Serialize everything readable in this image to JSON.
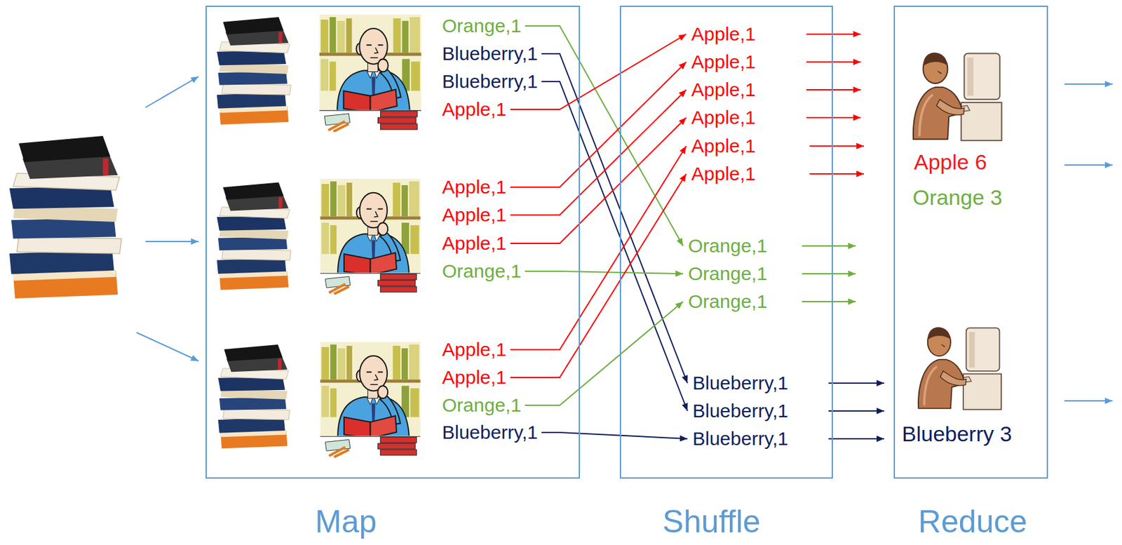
{
  "diagram": {
    "nodes": [
      {
        "text": [
          "Map"
        ]
      },
      {
        "text": [
          "Orange,1"
        ],
        "in": 0
      },
      {
        "text": [
          "Blueberry,1"
        ],
        "in": 0
      },
      {
        "text": [
          "Blueberry,1"
        ],
        "in": 0
      },
      {
        "text": [
          "Apple,1"
        ],
        "in": 0
      },
      {
        "text": [
          "Apple,1"
        ],
        "in": 0
      },
      {
        "text": [
          "Apple,1"
        ],
        "in": 0
      },
      {
        "text": [
          "Apple,1"
        ],
        "in": 0
      },
      {
        "text": [
          "Orange,1"
        ],
        "in": 0
      },
      {
        "text": [
          "Apple,1"
        ],
        "in": 0
      },
      {
        "text": [
          "Apple,1"
        ],
        "in": 0
      },
      {
        "text": [
          "Orange,1"
        ],
        "in": 0
      },
      {
        "text": [
          "Blueberry,1"
        ],
        "in": 0
      },
      {
        "text": [
          "Shuffle"
        ]
      },
      {
        "text": [
          "Apple,1"
        ],
        "in": 13
      },
      {
        "text": [
          "Apple,1"
        ],
        "in": 13
      },
      {
        "text": [
          "Apple,1"
        ],
        "in": 13
      },
      {
        "text": [
          "Apple,1"
        ],
        "in": 13
      },
      {
        "text": [
          "Apple,1"
        ],
        "in": 13
      },
      {
        "text": [
          "Apple,1"
        ],
        "in": 13
      },
      {
        "text": [
          "Orange,1"
        ],
        "in": 13
      },
      {
        "text": [
          "Orange,1"
        ],
        "in": 13
      },
      {
        "text": [
          "Orange,1"
        ],
        "in": 13
      },
      {
        "text": [
          "Blueberry,1"
        ],
        "in": 13
      },
      {
        "text": [
          "Blueberry,1"
        ],
        "in": 13
      },
      {
        "text": [
          "Blueberry,1"
        ],
        "in": 13
      },
      {
        "text": [
          "Reduce"
        ]
      },
      {
        "text": [
          "Apple 6"
        ],
        "in": 26
      },
      {
        "text": [
          "Orange 3"
        ],
        "in": 26
      },
      {
        "text": [
          "Blueberry 3"
        ],
        "in": 26
      }
    ],
    "edges": [
      {
        "from": 1,
        "to": 20,
        "arrow": "to"
      },
      {
        "from": 2,
        "to": 23,
        "arrow": "to"
      },
      {
        "from": 3,
        "to": 24,
        "arrow": "to"
      },
      {
        "from": 4,
        "to": 14,
        "arrow": "to"
      },
      {
        "from": 5,
        "to": 15,
        "arrow": "to"
      },
      {
        "from": 6,
        "to": 16,
        "arrow": "to"
      },
      {
        "from": 7,
        "to": 17,
        "arrow": "to"
      },
      {
        "from": 8,
        "to": 21,
        "arrow": "to"
      },
      {
        "from": 9,
        "to": 18,
        "arrow": "to"
      },
      {
        "from": 10,
        "to": 19,
        "arrow": "to"
      },
      {
        "from": 11,
        "to": 22,
        "arrow": "to"
      },
      {
        "from": 12,
        "to": 25,
        "arrow": "to"
      }
    ]
  }
}
